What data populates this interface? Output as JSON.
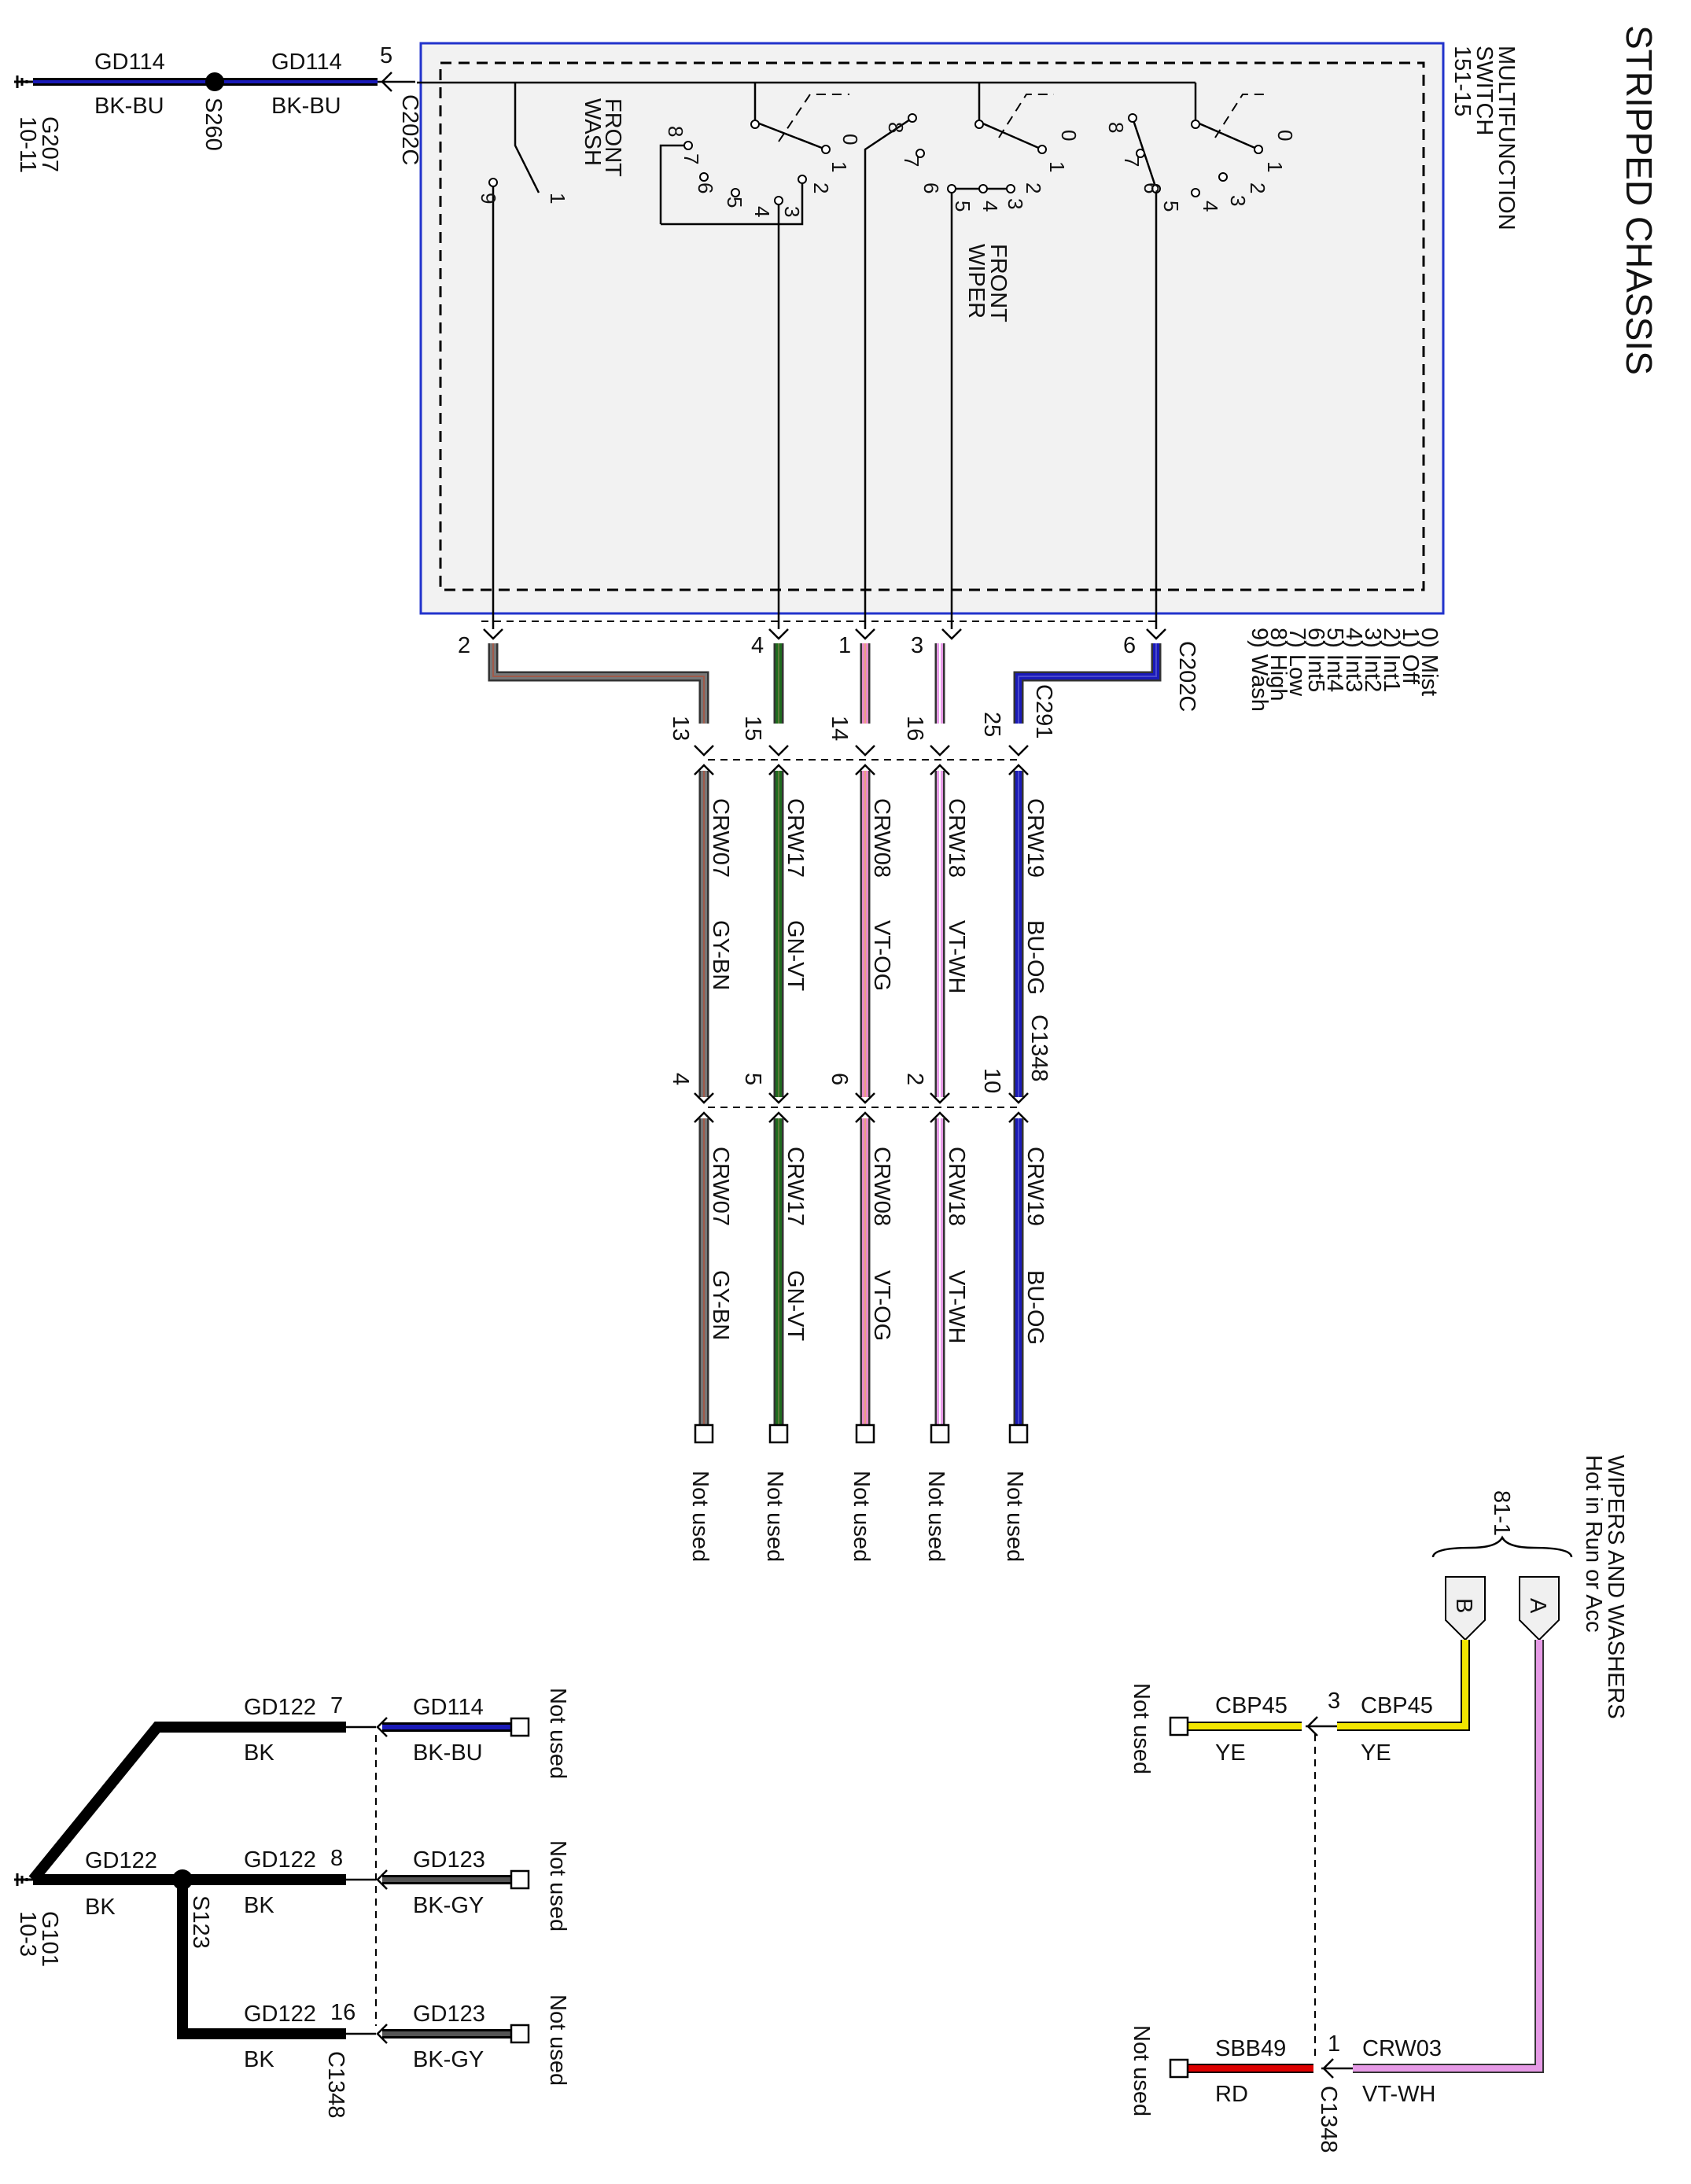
{
  "page_title": "STRIPPED CHASSIS",
  "multifunction_switch": {
    "name": [
      "MULTIFUNCTION",
      "SWITCH",
      "151-15"
    ],
    "front_wash": [
      "FRONT",
      "WASH"
    ],
    "front_wiper": [
      "FRONT",
      "WIPER"
    ],
    "positions": [
      "0) Mist",
      "1) Off",
      "2) Int1",
      "3) Int2",
      "4) Int3",
      "5) Int4",
      "6) Int5",
      "7) Low",
      "8) High",
      "9) Wash"
    ],
    "contact_numbers": [
      "0",
      "1",
      "2",
      "3",
      "4",
      "5",
      "6",
      "7",
      "8",
      "9"
    ]
  },
  "ground_top": {
    "ground": "G207",
    "ground_page": "10-11",
    "splice": "S260",
    "wire_left": "GD114",
    "wire_left_color": "BK-BU",
    "wire_right": "GD114",
    "wire_right_color": "BK-BU",
    "connector": "C202C",
    "pin": "5"
  },
  "connectors": {
    "c202c": "C202C",
    "c202c_pins": [
      "2",
      "4",
      "1",
      "3",
      "6"
    ],
    "c291": "C291",
    "c291_pins": [
      "13",
      "15",
      "14",
      "16",
      "25"
    ],
    "c1348": "C1348",
    "c1348_pins": [
      "4",
      "5",
      "6",
      "2",
      "10"
    ]
  },
  "circuits": [
    {
      "circuit": "CRW07",
      "color": "GY-BN",
      "hex": "#777777",
      "stripe": "#a05a4a"
    },
    {
      "circuit": "CRW17",
      "color": "GN-VT",
      "hex": "#1e6b1e",
      "stripe": "#5f7a3a"
    },
    {
      "circuit": "CRW08",
      "color": "VT-OG",
      "hex": "#e88bc8",
      "stripe": "#e8a080"
    },
    {
      "circuit": "CRW18",
      "color": "VT-WH",
      "hex": "#e69ae6",
      "stripe": "#ffffff"
    },
    {
      "circuit": "CRW19",
      "color": "BU-OG",
      "hex": "#1a1ab8",
      "stripe": "#4a4acc"
    }
  ],
  "not_used": "Not used",
  "power": {
    "title": [
      "WIPERS AND WASHERS",
      "Hot in Run or Acc"
    ],
    "page_ref": "81-1",
    "pins": [
      "A",
      "B"
    ],
    "cbp45": "CBP45",
    "cbp45_color": "YE",
    "cbp45_pin": "3",
    "crw03": "CRW03",
    "crw03_color": "VT-WH",
    "crw03_pin": "1",
    "sbb49": "SBB49",
    "sbb49_color": "RD",
    "connector": "C1348"
  },
  "ground_bottom": {
    "ground": "G101",
    "ground_page": "10-3",
    "splice": "S123",
    "connector": "C1348",
    "rows": [
      {
        "pin": "7",
        "left": "GD122",
        "left_color": "BK",
        "right": "GD114",
        "right_color": "BK-BU"
      },
      {
        "pin": "8",
        "left": "GD122",
        "left_color": "BK",
        "right": "GD123",
        "right_color": "BK-GY"
      },
      {
        "pin": "16",
        "left": "GD122",
        "left_color": "BK",
        "right": "GD123",
        "right_color": "BK-GY"
      }
    ],
    "trunk": "GD122",
    "trunk_color": "BK"
  },
  "colors": {
    "switch_border": "#2233cc",
    "black_wire": "#000000",
    "bk_bu": "#1a1ab8",
    "yellow": "#f2e600",
    "red": "#dd0000",
    "violet_white": "#e69ae6"
  }
}
